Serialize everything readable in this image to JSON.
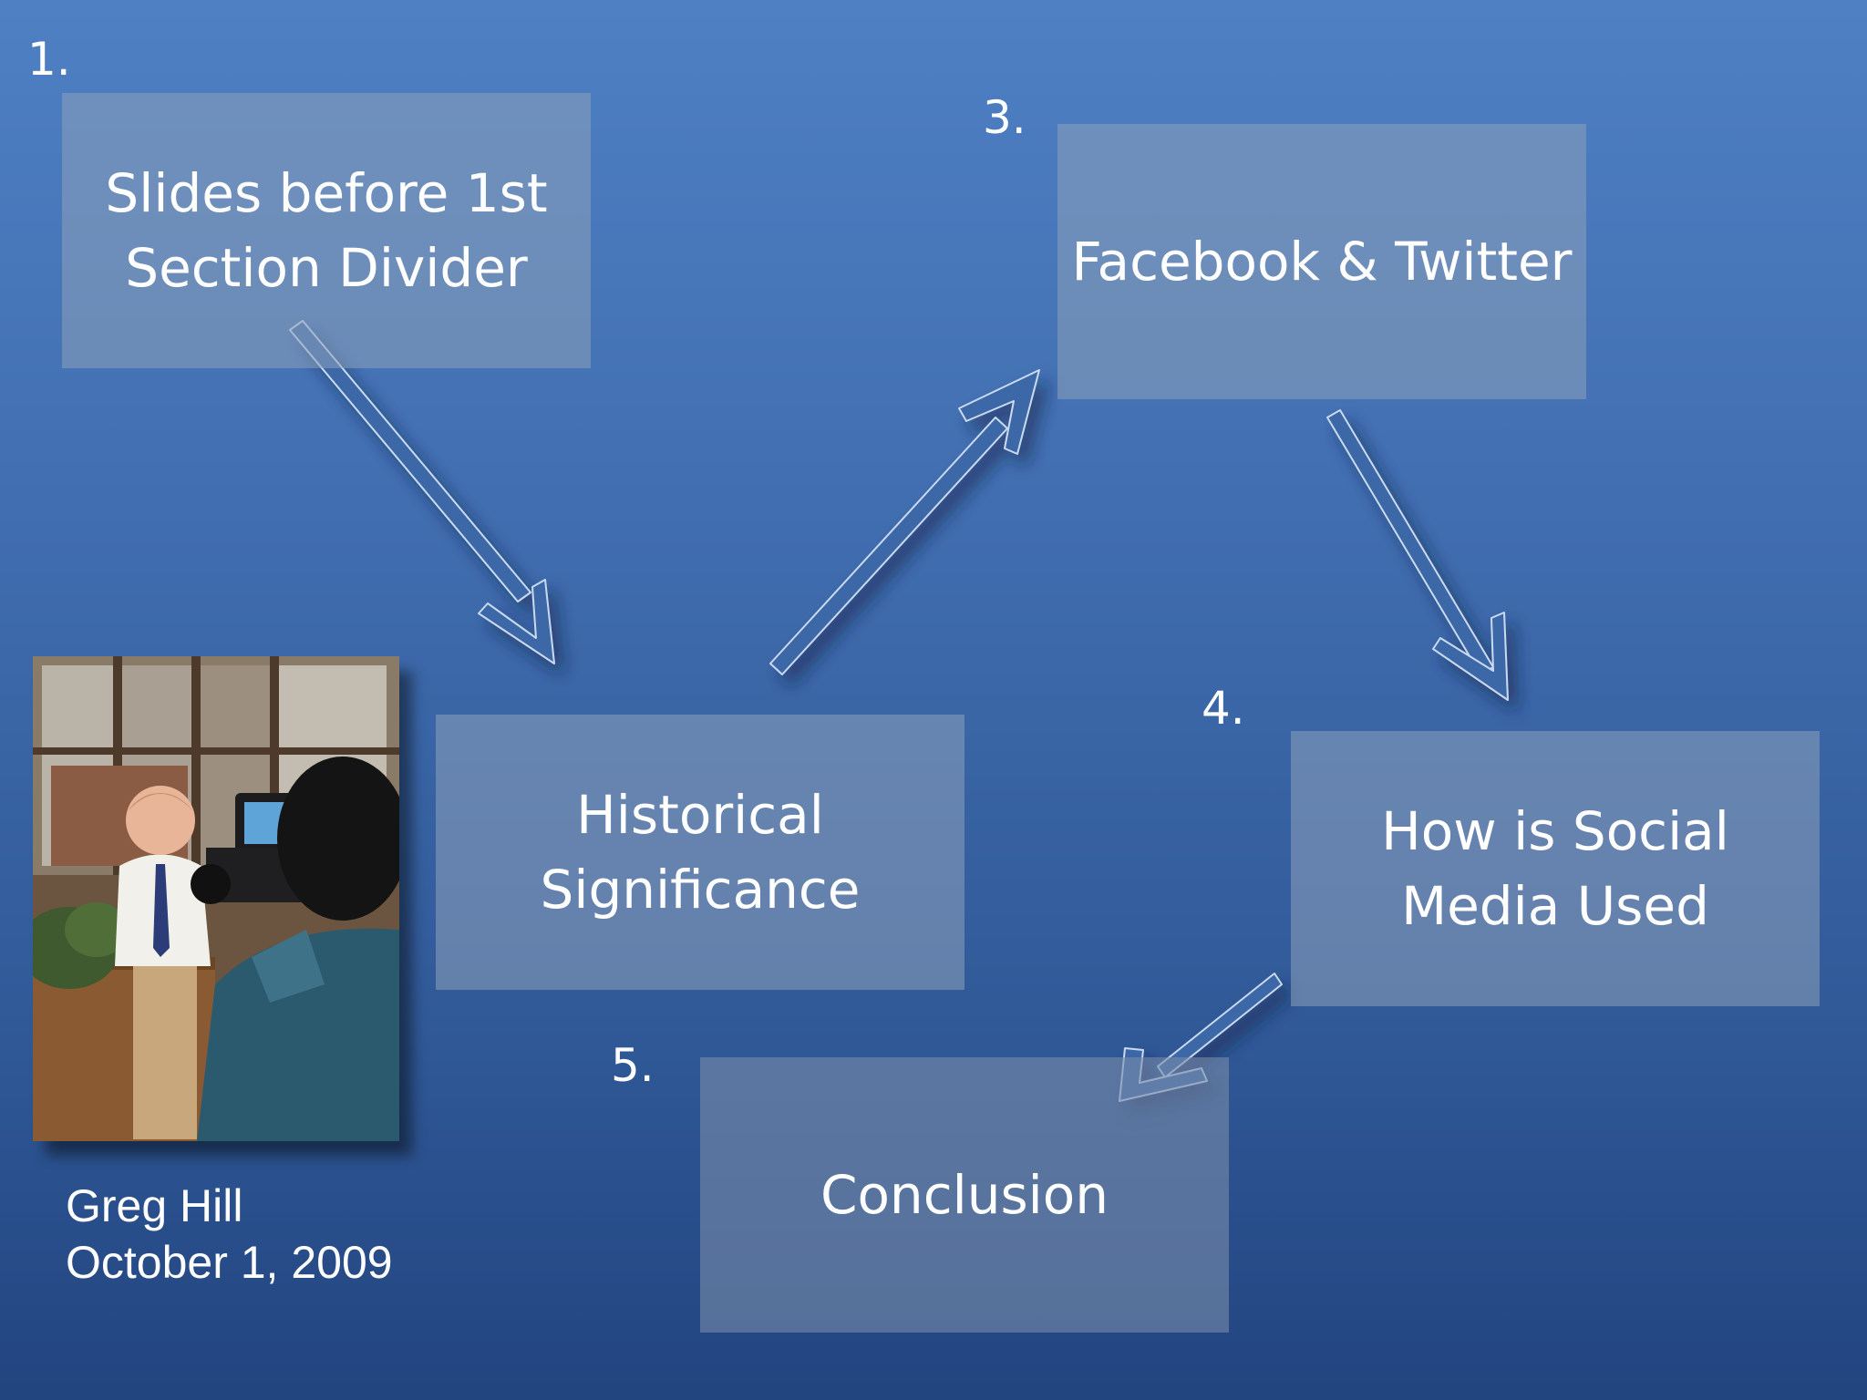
{
  "steps": [
    {
      "number": "1.",
      "label": "Slides before 1st\nSection Divider"
    },
    {
      "number": "",
      "label": "Historical\nSignificance"
    },
    {
      "number": "3.",
      "label": "Facebook & Twitter"
    },
    {
      "number": "4.",
      "label": "How is Social\nMedia Used"
    },
    {
      "number": "5.",
      "label": "Conclusion"
    }
  ],
  "caption": {
    "name": "Greg Hill",
    "date": "October 1, 2009"
  },
  "colors": {
    "background_top": "#4f80c4",
    "background_bottom": "#22447f",
    "arrow": "#3d68a8"
  }
}
